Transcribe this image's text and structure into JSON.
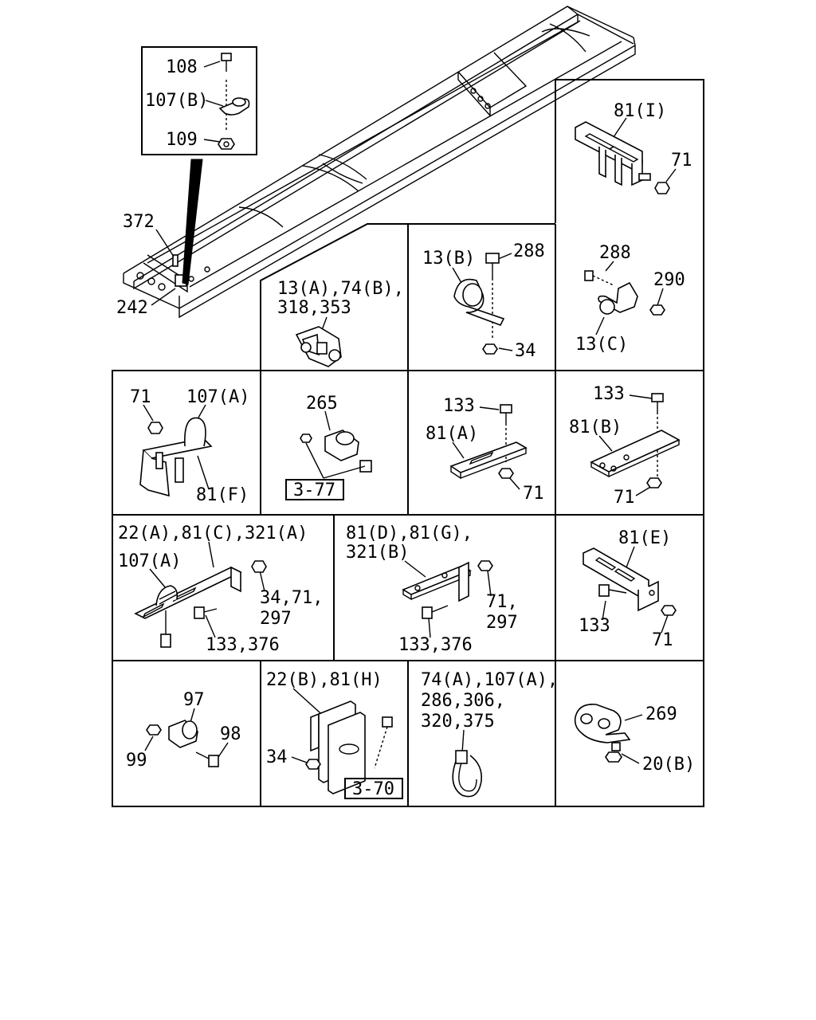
{
  "inset": {
    "labels": [
      "108",
      "107(B)",
      "109"
    ]
  },
  "frame": {
    "labels": [
      "372",
      "242"
    ]
  },
  "cells": {
    "c81i": {
      "labels": [
        "81(I)",
        "71"
      ]
    },
    "c13a": {
      "labels": [
        "13(A),74(B),",
        "318,353"
      ]
    },
    "c13b": {
      "labels": [
        "13(B)",
        "288",
        "34"
      ]
    },
    "c13c": {
      "labels": [
        "288",
        "290",
        "13(C)"
      ]
    },
    "c107a": {
      "labels": [
        "71",
        "107(A)",
        "81(F)"
      ]
    },
    "c265": {
      "labels": [
        "265"
      ],
      "ref": "3-77"
    },
    "c81a": {
      "labels": [
        "133",
        "81(A)",
        "71"
      ]
    },
    "c81b": {
      "labels": [
        "133",
        "81(B)",
        "71"
      ]
    },
    "c22a": {
      "labels": [
        "22(A),81(C),321(A)",
        "107(A)",
        "34,71,",
        "297",
        "133,376"
      ]
    },
    "c81d": {
      "labels": [
        "81(D),81(G),",
        "321(B)",
        "71,",
        "297",
        "133,376"
      ]
    },
    "c81e": {
      "labels": [
        "81(E)",
        "133",
        "71"
      ]
    },
    "c97": {
      "labels": [
        "97",
        "98",
        "99"
      ]
    },
    "c22b": {
      "labels": [
        "22(B),81(H)",
        "34"
      ],
      "ref": "3-70"
    },
    "c74a": {
      "labels": [
        "74(A),107(A),",
        "286,306,",
        "320,375"
      ]
    },
    "c269": {
      "labels": [
        "269",
        "20(B)"
      ]
    }
  }
}
